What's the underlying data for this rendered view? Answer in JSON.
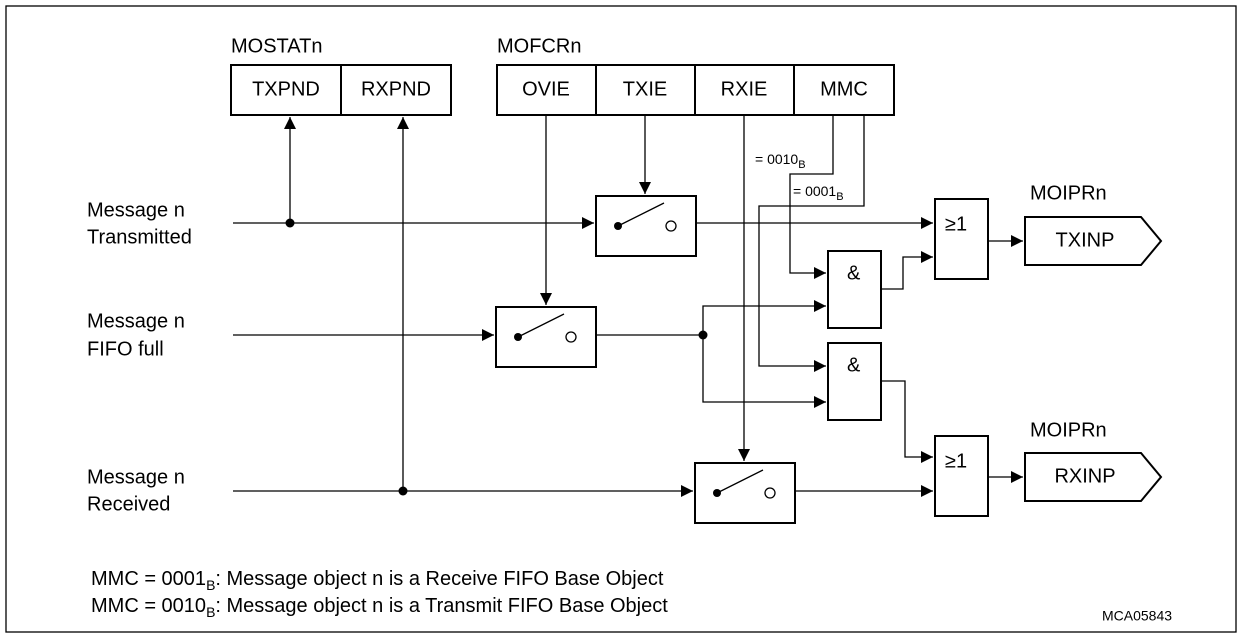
{
  "registers": {
    "mostat": {
      "name": "MOSTATn",
      "fields": [
        "TXPND",
        "RXPND"
      ]
    },
    "mofcr": {
      "name": "MOFCRn",
      "fields": [
        "OVIE",
        "TXIE",
        "RXIE",
        "MMC"
      ]
    }
  },
  "inputs": [
    {
      "line1": "Message n",
      "line2": "Transmitted"
    },
    {
      "line1": "Message n",
      "line2": "FIFO full"
    },
    {
      "line1": "Message n",
      "line2": "Received"
    }
  ],
  "mmc_conditions": [
    {
      "value": "= 0010",
      "subscript": "B"
    },
    {
      "value": "= 0001",
      "subscript": "B"
    }
  ],
  "gates": {
    "and_symbol": "&",
    "or_symbol": "≥1"
  },
  "outputs": [
    {
      "register": "MOIPRn",
      "field": "TXINP"
    },
    {
      "register": "MOIPRn",
      "field": "RXINP"
    }
  ],
  "notes": [
    {
      "prefix": "MMC = 0001",
      "subscript": "B",
      "text": ": Message object n is a Receive FIFO Base Object"
    },
    {
      "prefix": "MMC = 0010",
      "subscript": "B",
      "text": ": Message object n is a Transmit FIFO Base Object"
    }
  ],
  "figure_id": "MCA05843"
}
